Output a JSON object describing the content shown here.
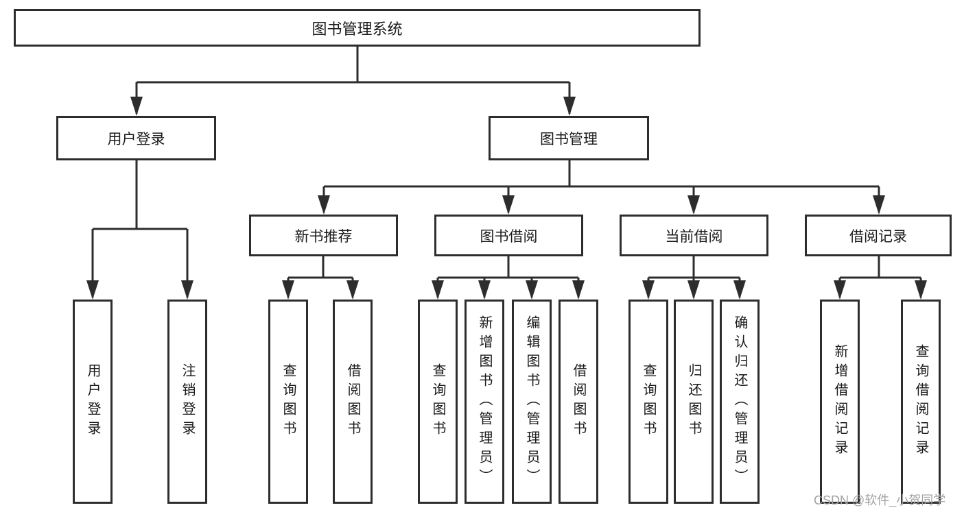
{
  "tree": {
    "root": {
      "label": "图书管理系统"
    },
    "level2": [
      {
        "label": "用户登录"
      },
      {
        "label": "图书管理"
      }
    ],
    "user_login_children": [
      {
        "label": "用户登录"
      },
      {
        "label": "注销登录"
      }
    ],
    "book_management_children": [
      {
        "label": "新书推荐",
        "leaves": [
          {
            "label": "查询图书"
          },
          {
            "label": "借阅图书"
          }
        ]
      },
      {
        "label": "图书借阅",
        "leaves": [
          {
            "label": "查询图书"
          },
          {
            "label": "新增图书（管理员）"
          },
          {
            "label": "编辑图书（管理员）"
          },
          {
            "label": "借阅图书"
          }
        ]
      },
      {
        "label": "当前借阅",
        "leaves": [
          {
            "label": "查询图书"
          },
          {
            "label": "归还图书"
          },
          {
            "label": "确认归还（管理员）"
          }
        ]
      },
      {
        "label": "借阅记录",
        "leaves": [
          {
            "label": "新增借阅记录"
          },
          {
            "label": "查询借阅记录"
          }
        ]
      }
    ]
  },
  "watermark": {
    "text": "CSDN @软件_小贺同学"
  },
  "colors": {
    "line": "#2d2d2d",
    "box_border": "#2d2d2d",
    "text": "#1a1a1a",
    "watermark": "#a3a3a3",
    "background": "#ffffff"
  }
}
